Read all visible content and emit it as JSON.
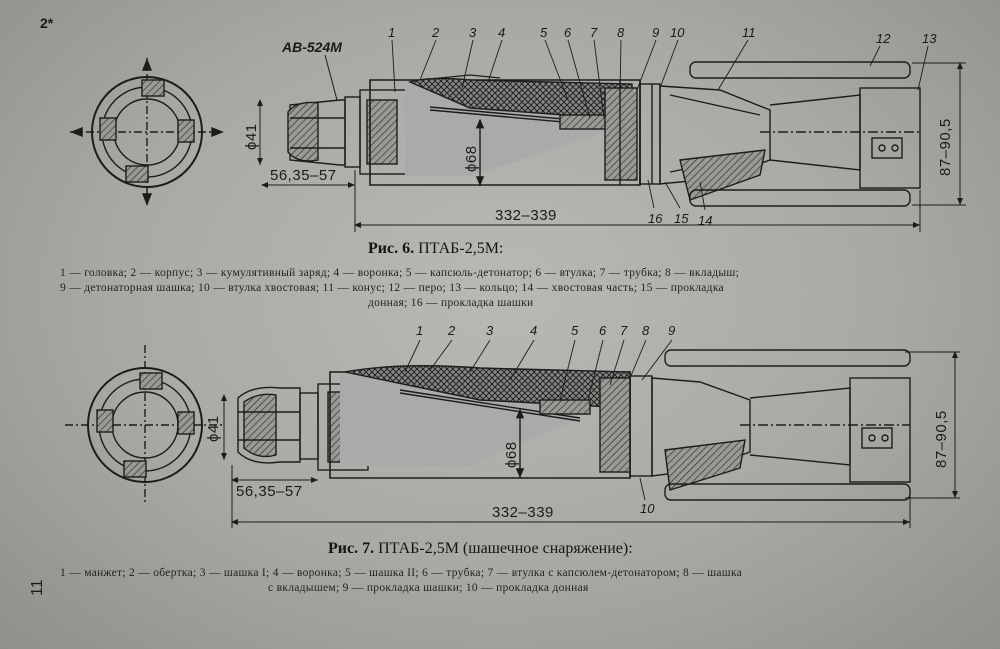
{
  "page_number": "2*",
  "side_page_number": "11",
  "figure6": {
    "caption_prefix": "Рис. 6.",
    "caption_title": "ПТАБ-2,5М:",
    "fuse_label": "АВ-524М",
    "part_numbers": [
      "1",
      "2",
      "3",
      "4",
      "5",
      "6",
      "7",
      "8",
      "9",
      "10",
      "11",
      "12",
      "13",
      "14",
      "15",
      "16"
    ],
    "dimensions": {
      "diameter_head": "ϕ41",
      "diameter_body": "ϕ68",
      "head_length": "56,35–57",
      "total_length": "332–339",
      "tail_span": "87–90,5"
    },
    "legend_lines": [
      "1 — головка;  2 — корпус;  3 — кумулятивный заряд;  4 — воронка;  5 — капсюль-детонатор;   6 — втулка;   7 — трубка;   8 — вкладыш;",
      "9 — детонаторная  шашка;   10 — втулка  хвостовая;   11 — конус;   12 — перо;   13 — кольцо;   14 — хвостовая  часть;   15 — прокладка",
      "донная;   16 — прокладка  шашки"
    ]
  },
  "figure7": {
    "caption_prefix": "Рис. 7.",
    "caption_title": "ПТАБ-2,5М  (шашечное снаряжение):",
    "part_numbers": [
      "1",
      "2",
      "3",
      "4",
      "5",
      "6",
      "7",
      "8",
      "9",
      "10"
    ],
    "dimensions": {
      "diameter_head": "ϕ41",
      "diameter_body": "ϕ68",
      "head_length": "56,35–57",
      "total_length": "332–339",
      "tail_span": "87–90,5"
    },
    "legend_lines": [
      "1 — манжет;  2 — обертка;  3 — шашка I;  4 — воронка;  5 — шашка II;  6 — трубка;  7 — втулка с капсюлем-детонатором;  8 — шашка",
      "с  вкладышем;  9 — прокладка  шашки;   10 — прокладка  донная"
    ]
  },
  "colors": {
    "paper": "#b4b4af",
    "ink": "#1c1c1c",
    "hatch": "#3a3a3a"
  }
}
